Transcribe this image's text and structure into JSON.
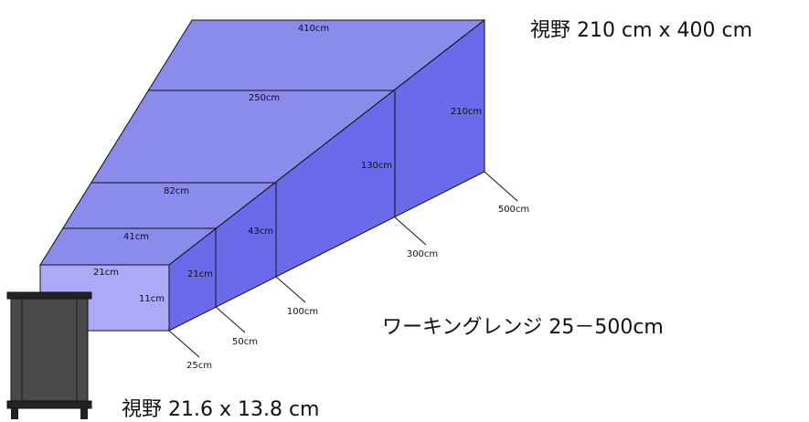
{
  "captions": {
    "far_field_of_view": "視野 210 cm x 400 cm",
    "working_range": "ワーキングレンジ 25－500cm",
    "near_field_of_view": "視野 21.6 x 13.8 cm"
  },
  "width_labels": [
    "410cm",
    "250cm",
    "82cm",
    "41cm",
    "21cm"
  ],
  "height_labels": [
    "210cm",
    "130cm",
    "43cm",
    "21cm",
    "11cm"
  ],
  "distance_labels": [
    "500cm",
    "300cm",
    "100cm",
    "50cm",
    "25cm"
  ],
  "colors": {
    "top_face": "#8B8BEC",
    "side_face": "#6A6AEA",
    "front_face": "#AAAAF6",
    "outline": "#111111",
    "device_body": "#4a4a4a",
    "device_dark": "#222222"
  },
  "icons": {
    "device": "sensor-device-icon"
  }
}
